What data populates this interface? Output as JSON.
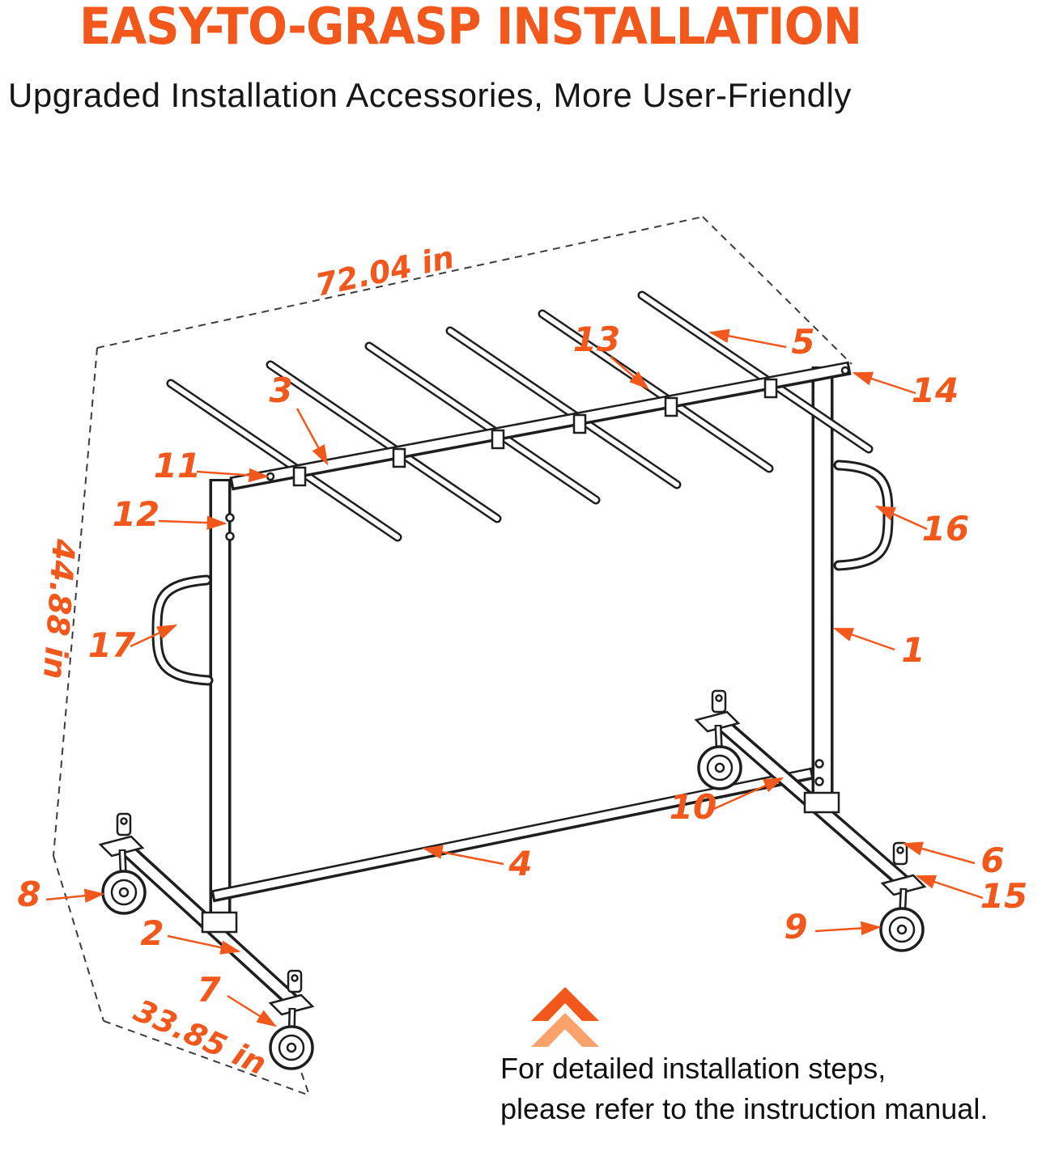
{
  "header": {
    "title": "EASY-TO-GRASP INSTALLATION",
    "subtitle": "Upgraded Installation Accessories, More User-Friendly"
  },
  "dimensions": {
    "width": "72.04 in",
    "height": "44.88 in",
    "depth": "33.85 in"
  },
  "callouts": [
    {
      "number": "1"
    },
    {
      "number": "2"
    },
    {
      "number": "3"
    },
    {
      "number": "4"
    },
    {
      "number": "5"
    },
    {
      "number": "6"
    },
    {
      "number": "7"
    },
    {
      "number": "8"
    },
    {
      "number": "9"
    },
    {
      "number": "10"
    },
    {
      "number": "11"
    },
    {
      "number": "12"
    },
    {
      "number": "13"
    },
    {
      "number": "14"
    },
    {
      "number": "15"
    },
    {
      "number": "16"
    },
    {
      "number": "17"
    }
  ],
  "footer": {
    "line1": "For detailed installation steps,",
    "line2": "please refer to the instruction manual."
  },
  "colors": {
    "accent": "#F2571C",
    "accent_light": "#F9A26B",
    "line": "#1E1E1E"
  }
}
